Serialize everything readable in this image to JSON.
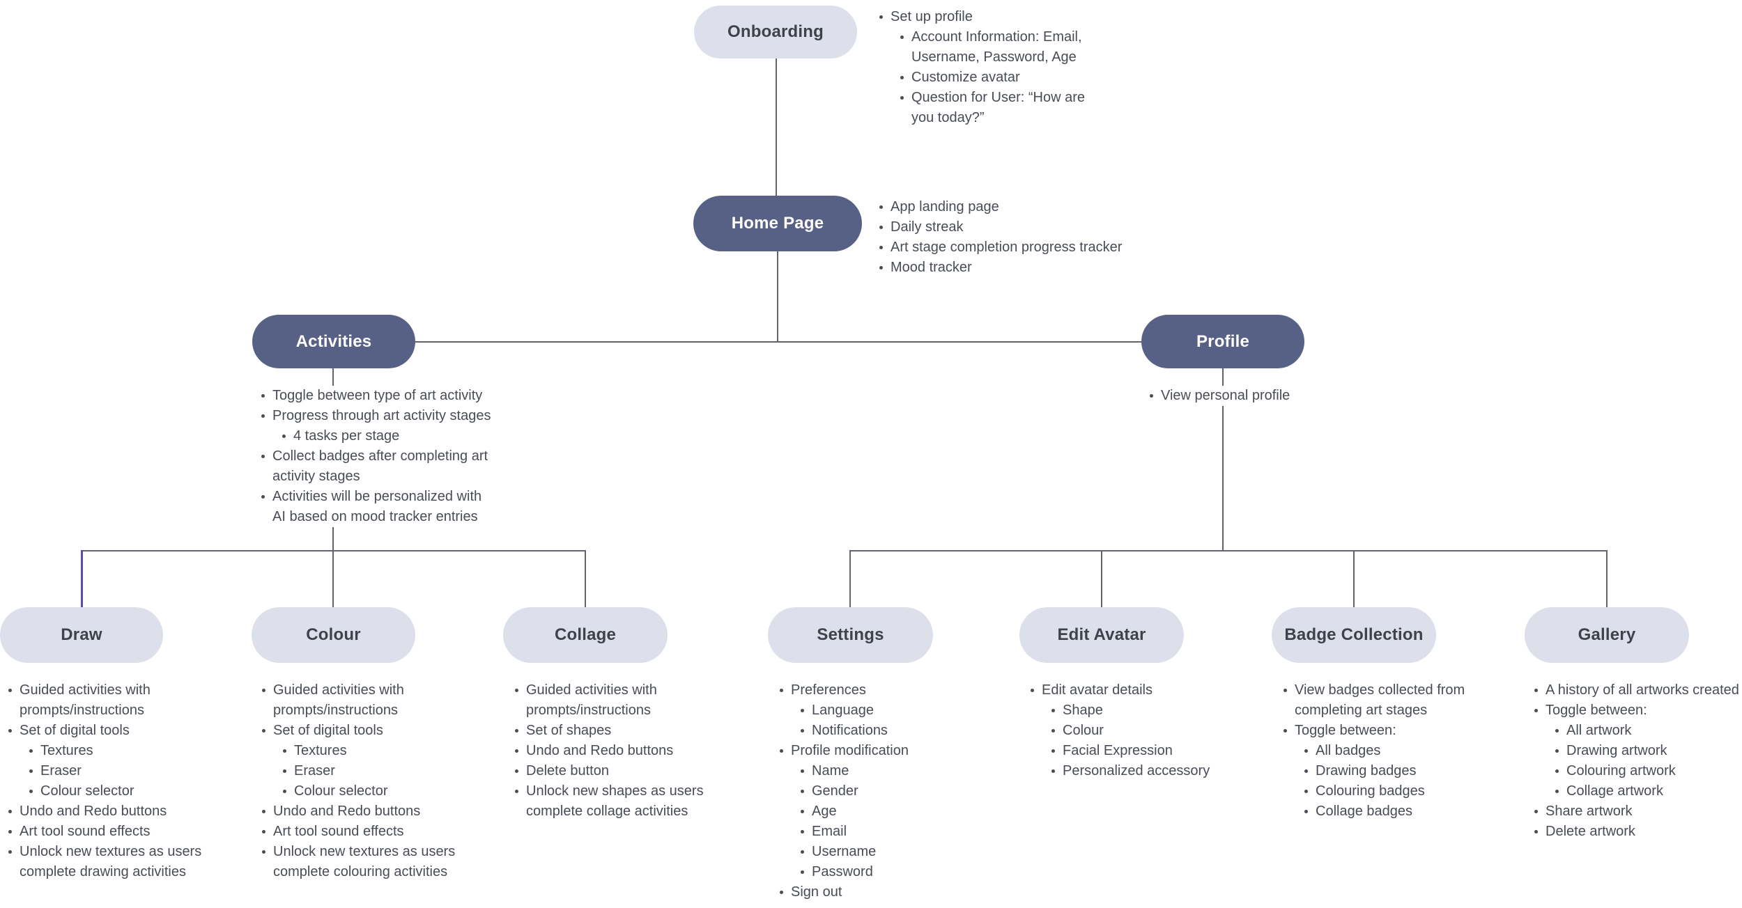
{
  "palette": {
    "dark_node_bg": "#576185",
    "dark_node_text": "#ffffff",
    "light_node_bg": "#dde0ea",
    "light_node_text": "#3d424b",
    "line": "#60636b",
    "accent_line": "#584fa2",
    "note_text": "#484c54"
  },
  "labels": {
    "onboarding": "Onboarding",
    "home_page": "Home Page",
    "activities": "Activities",
    "profile": "Profile",
    "draw": "Draw",
    "colour": "Colour",
    "collage": "Collage",
    "settings": "Settings",
    "edit_avatar": "Edit Avatar",
    "badge_collection": "Badge Collection",
    "gallery": "Gallery"
  },
  "notes": {
    "onboarding": [
      {
        "lv": 1,
        "t": "Set up profile"
      },
      {
        "lv": 2,
        "t": "Account Information: Email,"
      },
      {
        "lv": 2,
        "cont": true,
        "t": "Username, Password, Age"
      },
      {
        "lv": 2,
        "t": "Customize avatar"
      },
      {
        "lv": 2,
        "t": "Question for User: “How are"
      },
      {
        "lv": 2,
        "cont": true,
        "t": "you today?”"
      }
    ],
    "home_page": [
      {
        "lv": 1,
        "t": "App landing page"
      },
      {
        "lv": 1,
        "t": "Daily streak"
      },
      {
        "lv": 1,
        "t": "Art stage completion progress tracker"
      },
      {
        "lv": 1,
        "t": "Mood tracker"
      }
    ],
    "activities": [
      {
        "lv": 1,
        "t": "Toggle between type of art activity"
      },
      {
        "lv": 1,
        "t": "Progress through art activity stages"
      },
      {
        "lv": 2,
        "t": "4 tasks per stage"
      },
      {
        "lv": 1,
        "t": "Collect badges after completing art"
      },
      {
        "lv": 1,
        "cont": true,
        "t": "activity stages"
      },
      {
        "lv": 1,
        "t": "Activities will be personalized with"
      },
      {
        "lv": 1,
        "cont": true,
        "t": "AI based on mood tracker entries"
      }
    ],
    "profile": [
      {
        "lv": 1,
        "t": "View personal profile"
      }
    ],
    "draw": [
      {
        "lv": 1,
        "t": "Guided activities with"
      },
      {
        "lv": 1,
        "cont": true,
        "t": "prompts/instructions"
      },
      {
        "lv": 1,
        "t": "Set of digital tools"
      },
      {
        "lv": 2,
        "t": "Textures"
      },
      {
        "lv": 2,
        "t": "Eraser"
      },
      {
        "lv": 2,
        "t": "Colour selector"
      },
      {
        "lv": 1,
        "t": "Undo and Redo buttons"
      },
      {
        "lv": 1,
        "t": "Art tool sound effects"
      },
      {
        "lv": 1,
        "t": "Unlock new textures as users"
      },
      {
        "lv": 1,
        "cont": true,
        "t": "complete drawing activities"
      }
    ],
    "colour": [
      {
        "lv": 1,
        "t": "Guided activities with"
      },
      {
        "lv": 1,
        "cont": true,
        "t": "prompts/instructions"
      },
      {
        "lv": 1,
        "t": "Set of digital tools"
      },
      {
        "lv": 2,
        "t": "Textures"
      },
      {
        "lv": 2,
        "t": "Eraser"
      },
      {
        "lv": 2,
        "t": "Colour selector"
      },
      {
        "lv": 1,
        "t": "Undo and Redo buttons"
      },
      {
        "lv": 1,
        "t": "Art tool sound effects"
      },
      {
        "lv": 1,
        "t": "Unlock new textures as users"
      },
      {
        "lv": 1,
        "cont": true,
        "t": "complete colouring activities"
      }
    ],
    "collage": [
      {
        "lv": 1,
        "t": "Guided activities with"
      },
      {
        "lv": 1,
        "cont": true,
        "t": "prompts/instructions"
      },
      {
        "lv": 1,
        "t": "Set of shapes"
      },
      {
        "lv": 1,
        "t": "Undo and Redo buttons"
      },
      {
        "lv": 1,
        "t": "Delete button"
      },
      {
        "lv": 1,
        "t": "Unlock new shapes as users"
      },
      {
        "lv": 1,
        "cont": true,
        "t": "complete collage activities"
      }
    ],
    "settings": [
      {
        "lv": 1,
        "t": "Preferences"
      },
      {
        "lv": 2,
        "t": "Language"
      },
      {
        "lv": 2,
        "t": "Notifications"
      },
      {
        "lv": 1,
        "t": "Profile modification"
      },
      {
        "lv": 2,
        "t": "Name"
      },
      {
        "lv": 2,
        "t": "Gender"
      },
      {
        "lv": 2,
        "t": "Age"
      },
      {
        "lv": 2,
        "t": "Email"
      },
      {
        "lv": 2,
        "t": "Username"
      },
      {
        "lv": 2,
        "t": "Password"
      },
      {
        "lv": 1,
        "t": "Sign out"
      }
    ],
    "edit_avatar": [
      {
        "lv": 1,
        "t": "Edit avatar details"
      },
      {
        "lv": 2,
        "t": "Shape"
      },
      {
        "lv": 2,
        "t": "Colour"
      },
      {
        "lv": 2,
        "t": "Facial Expression"
      },
      {
        "lv": 2,
        "t": "Personalized accessory"
      }
    ],
    "badge_collection": [
      {
        "lv": 1,
        "t": "View badges collected from"
      },
      {
        "lv": 1,
        "cont": true,
        "t": "completing art stages"
      },
      {
        "lv": 1,
        "t": "Toggle between:"
      },
      {
        "lv": 2,
        "t": "All badges"
      },
      {
        "lv": 2,
        "t": "Drawing badges"
      },
      {
        "lv": 2,
        "t": "Colouring badges"
      },
      {
        "lv": 2,
        "t": "Collage badges"
      }
    ],
    "gallery": [
      {
        "lv": 1,
        "t": "A history of all artworks created"
      },
      {
        "lv": 1,
        "t": "Toggle between:"
      },
      {
        "lv": 2,
        "t": "All artwork"
      },
      {
        "lv": 2,
        "t": "Drawing artwork"
      },
      {
        "lv": 2,
        "t": "Colouring artwork"
      },
      {
        "lv": 2,
        "t": "Collage artwork"
      },
      {
        "lv": 1,
        "t": "Share artwork"
      },
      {
        "lv": 1,
        "t": "Delete artwork"
      }
    ]
  }
}
